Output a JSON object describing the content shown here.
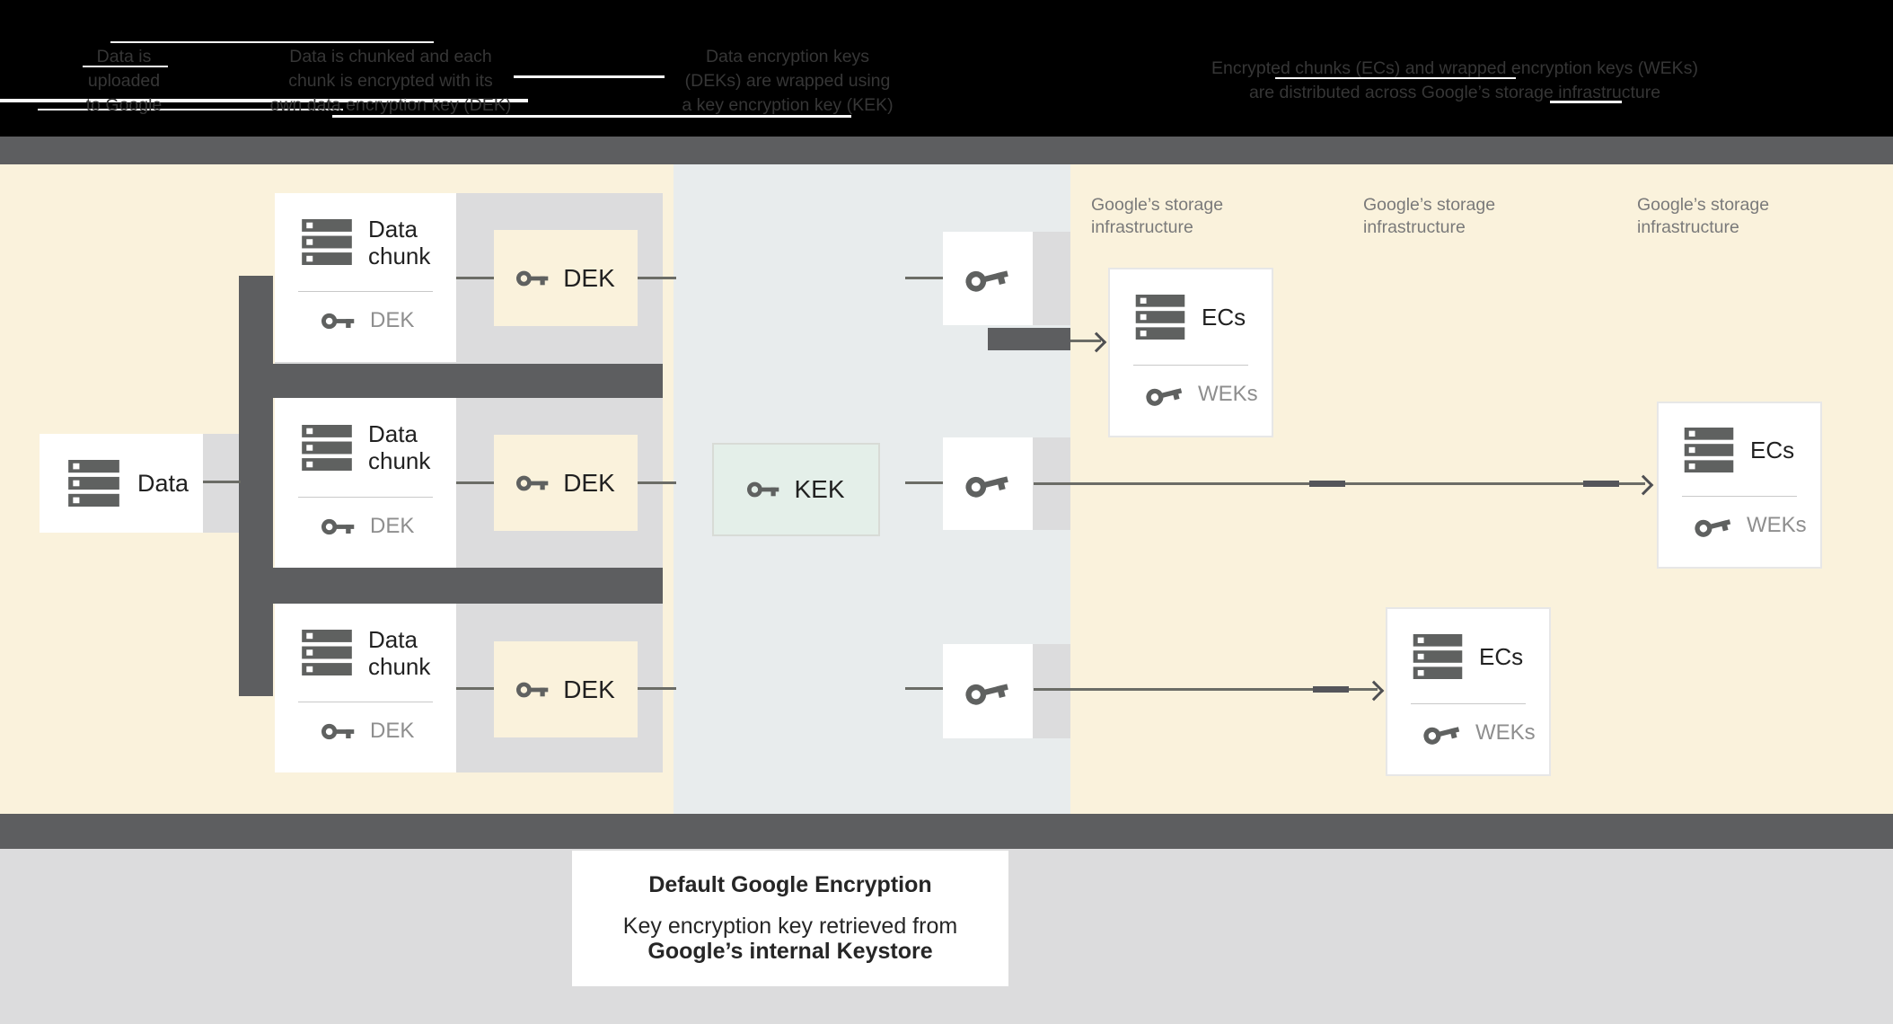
{
  "header": {
    "steps": [
      {
        "lines": [
          "Data is",
          "uploaded",
          "to Google"
        ]
      },
      {
        "lines": [
          "Data is chunked and each",
          "chunk is encrypted with its",
          "own data encryption key (DEK)"
        ]
      },
      {
        "lines": [
          "Data encryption keys",
          "(DEKs) are wrapped using",
          "a key encryption key (KEK)"
        ]
      },
      {
        "lines": [
          "Encrypted chunks (ECs) and wrapped encryption keys (WEKs)",
          "are distributed across Google’s storage infrastructure"
        ]
      }
    ]
  },
  "diagram": {
    "data_box": {
      "label": "Data"
    },
    "chunks": [
      {
        "title": "Data chunk",
        "key_label": "DEK"
      },
      {
        "title": "Data chunk",
        "key_label": "DEK"
      },
      {
        "title": "Data chunk",
        "key_label": "DEK"
      }
    ],
    "dek_boxes": [
      {
        "label": "DEK"
      },
      {
        "label": "DEK"
      },
      {
        "label": "DEK"
      }
    ],
    "kek_box": {
      "label": "KEK"
    },
    "storage_labels": [
      {
        "text": "Google’s storage infrastructure"
      },
      {
        "text": "Google’s storage infrastructure"
      },
      {
        "text": "Google’s storage infrastructure"
      }
    ],
    "ec_cards": [
      {
        "title": "ECs",
        "key_label": "WEKs"
      },
      {
        "title": "ECs",
        "key_label": "WEKs"
      },
      {
        "title": "ECs",
        "key_label": "WEKs"
      }
    ]
  },
  "caption": {
    "title": "Default Google Encryption",
    "line1": "Key encryption key retrieved from",
    "line2": "Google’s internal Keystore"
  },
  "colors": {
    "cream": "#faf2dc",
    "blue_gray": "#e8eced",
    "band_gray": "#dcdcdd",
    "dark_gray": "#5d5e60",
    "mint": "#e4efe9",
    "label_gray": "#7a7a7a",
    "ink": "#212121",
    "muted_gray": "#8e8e8e",
    "icon_gray": "#5f6160"
  }
}
